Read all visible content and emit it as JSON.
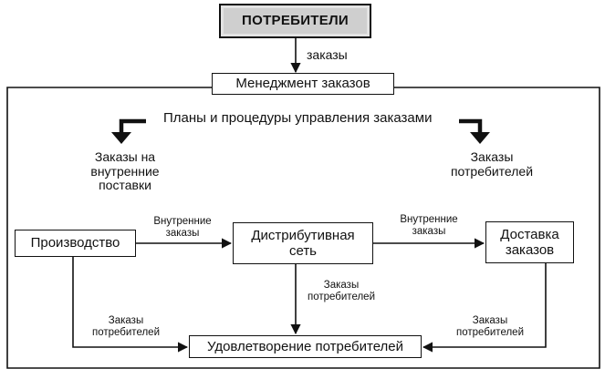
{
  "diagram": {
    "consumers_label": "ПОТРЕБИТЕЛИ",
    "orders_label": "заказы",
    "order_management_label": "Менеджмент заказов",
    "plans_label": "Планы и процедуры управления заказами",
    "internal_supply_orders_label": "Заказы на\nвнутренние\nпоставки",
    "consumer_orders_label_right": "Заказы\nпотребителей",
    "production_label": "Производство",
    "distribution_network_label": "Дистрибутивная\nсеть",
    "order_delivery_label": "Доставка\nзаказов",
    "internal_orders_label_1": "Внутренние\nзаказы",
    "internal_orders_label_2": "Внутренние\nзаказы",
    "consumer_orders_label_center": "Заказы\nпотребителей",
    "consumer_orders_label_left": "Заказы\nпотребителей",
    "consumer_orders_label_right_bottom": "Заказы\nпотребителей",
    "consumer_satisfaction_label": "Удовлетворение потребителей"
  }
}
